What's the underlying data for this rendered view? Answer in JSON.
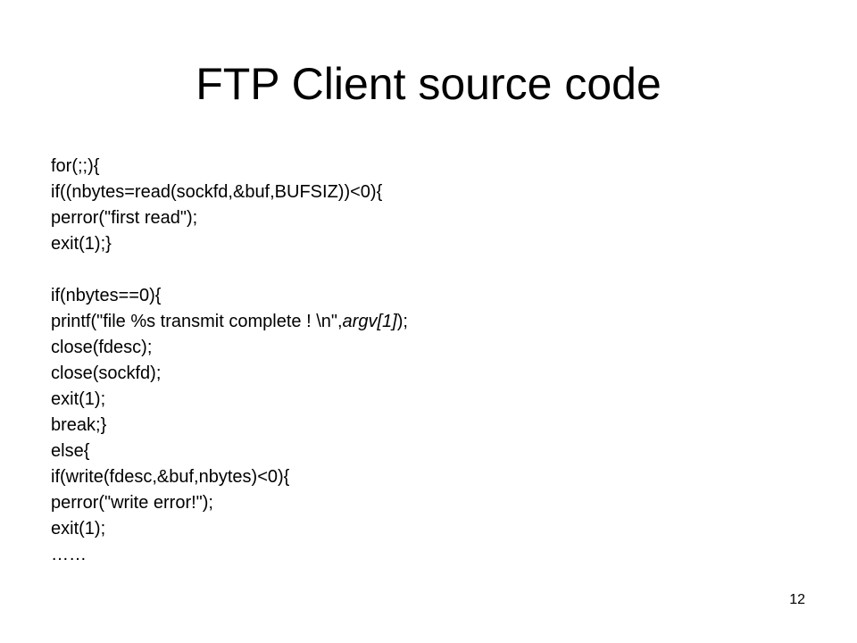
{
  "slide": {
    "title": "FTP Client source code",
    "page_number": "12"
  },
  "code": {
    "lines": [
      {
        "text": "for(;;){"
      },
      {
        "text": "if((nbytes=read(sockfd,&buf,BUFSIZ))<0){"
      },
      {
        "text": "perror(\"first read\");"
      },
      {
        "text": "exit(1);}"
      },
      {
        "text": ""
      },
      {
        "text": "if(nbytes==0){"
      },
      {
        "pre": "printf(\"file %s transmit complete ! \\n\",",
        "italic": "argv[1]",
        "post": ");"
      },
      {
        "text": "close(fdesc);"
      },
      {
        "text": "close(sockfd);"
      },
      {
        "text": "exit(1);"
      },
      {
        "text": "break;}"
      },
      {
        "text": "else{"
      },
      {
        "text": "if(write(fdesc,&buf,nbytes)<0){"
      },
      {
        "text": "perror(\"write error!\");"
      },
      {
        "text": "exit(1);"
      },
      {
        "text": "……"
      }
    ]
  }
}
